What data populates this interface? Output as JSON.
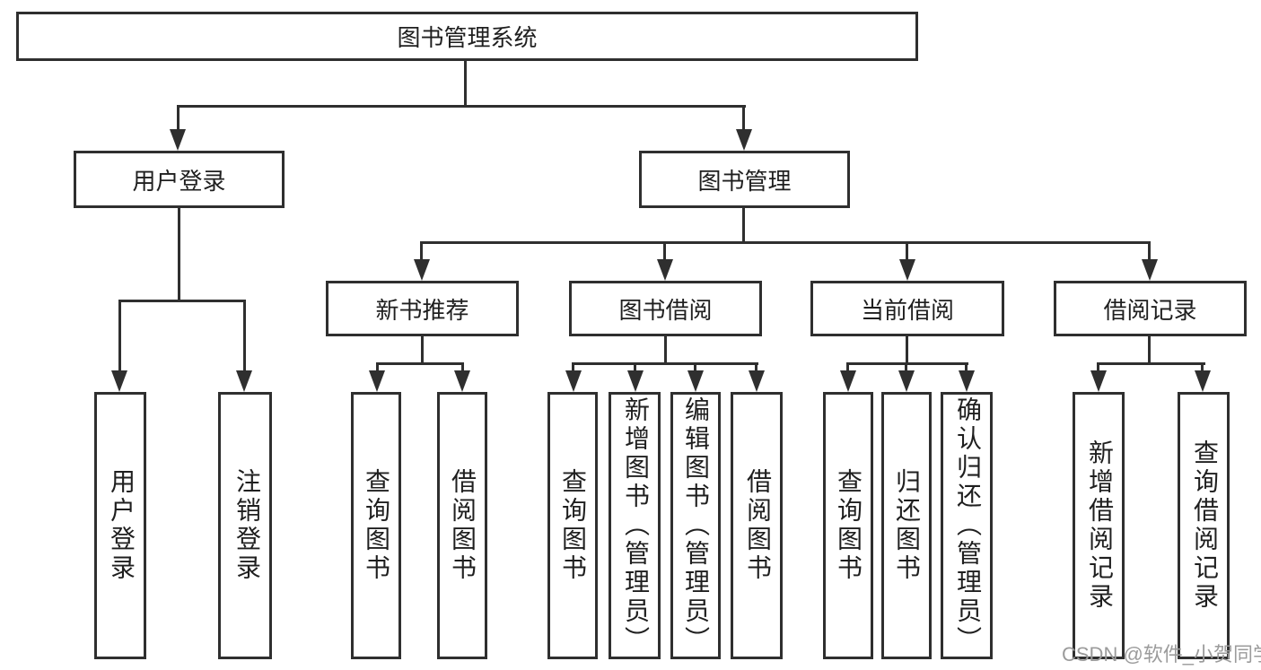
{
  "tree": {
    "root": {
      "label": "图书管理系统"
    },
    "branches": [
      {
        "label": "用户登录",
        "children": [
          {
            "label": "用户登录"
          },
          {
            "label": "注销登录"
          }
        ]
      },
      {
        "label": "图书管理",
        "children": [
          {
            "label": "新书推荐",
            "children": [
              {
                "label": "查询图书"
              },
              {
                "label": "借阅图书"
              }
            ]
          },
          {
            "label": "图书借阅",
            "children": [
              {
                "label": "查询图书"
              },
              {
                "label": "新增图书（管理员）"
              },
              {
                "label": "编辑图书（管理员）"
              },
              {
                "label": "借阅图书"
              }
            ]
          },
          {
            "label": "当前借阅",
            "children": [
              {
                "label": "查询图书"
              },
              {
                "label": "归还图书"
              },
              {
                "label": "确认归还（管理员）"
              }
            ]
          },
          {
            "label": "借阅记录",
            "children": [
              {
                "label": "新增借阅记录"
              },
              {
                "label": "查询借阅记录"
              }
            ]
          }
        ]
      }
    ]
  },
  "watermark": {
    "text": "CSDN @软件_小贺同学"
  },
  "colors": {
    "line": "#2f2f2f",
    "text": "#1f1f1f",
    "watermark": "#9b9b9b",
    "background": "#ffffff"
  }
}
